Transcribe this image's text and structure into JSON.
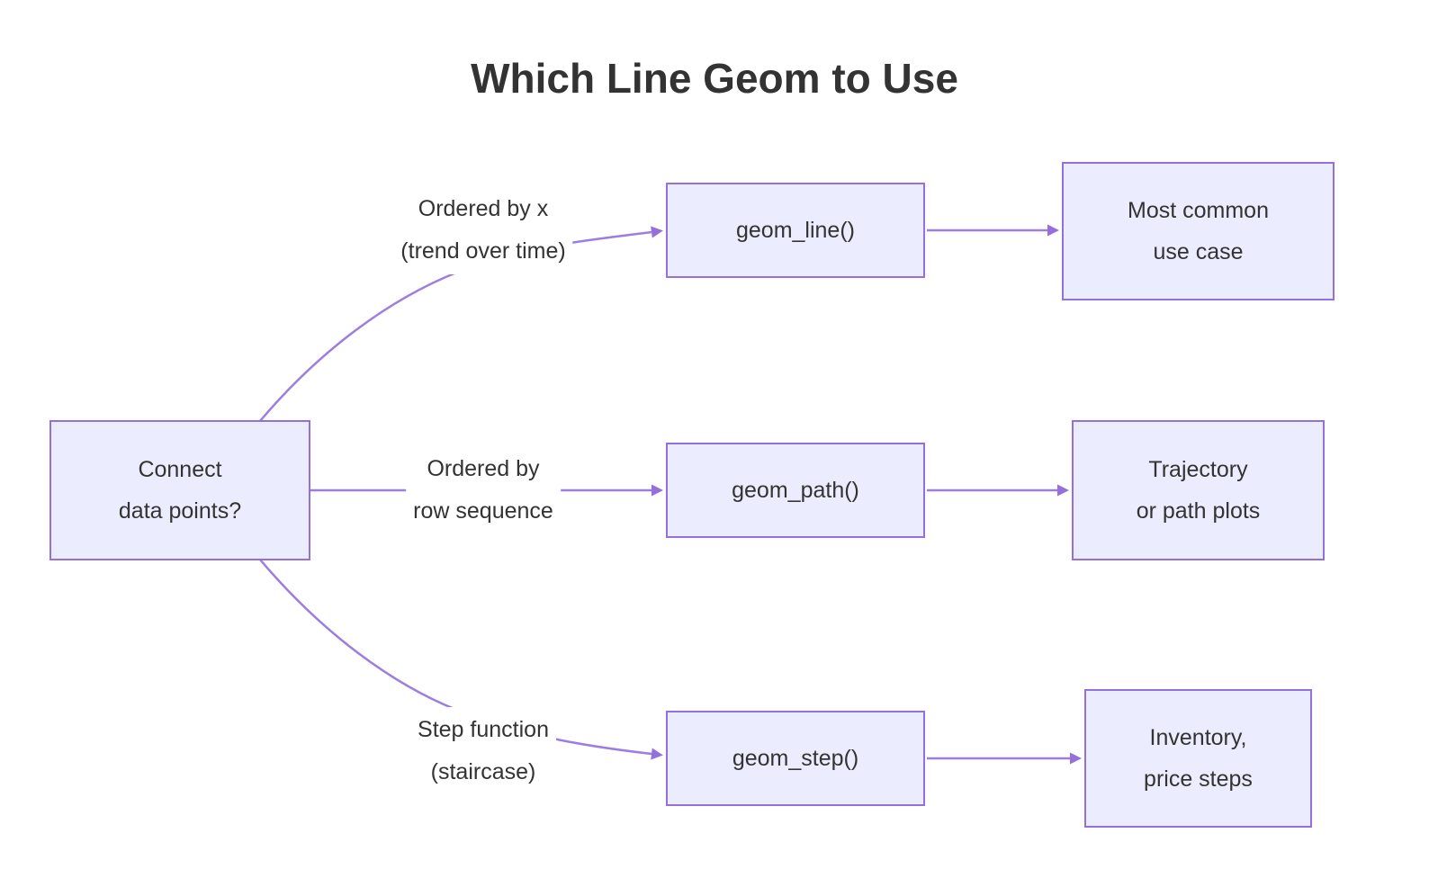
{
  "title": "Which Line Geom to Use",
  "colors": {
    "node_fill": "#ECECFF",
    "node_border": "#9370DB",
    "edge_stroke": "#9C7DE0",
    "arrowhead": "#9370DB",
    "text": "#333333"
  },
  "diagram": {
    "root": {
      "label_lines": [
        "Connect",
        "data points?"
      ]
    },
    "branches": [
      {
        "edge_label_lines": [
          "Ordered by x",
          "(trend over time)"
        ],
        "geom_label": "geom_line()",
        "result_lines": [
          "Most common",
          "use case"
        ]
      },
      {
        "edge_label_lines": [
          "Ordered by",
          "row sequence"
        ],
        "geom_label": "geom_path()",
        "result_lines": [
          "Trajectory",
          "or path plots"
        ]
      },
      {
        "edge_label_lines": [
          "Step function",
          "(staircase)"
        ],
        "geom_label": "geom_step()",
        "result_lines": [
          "Inventory,",
          "price steps"
        ]
      }
    ]
  }
}
